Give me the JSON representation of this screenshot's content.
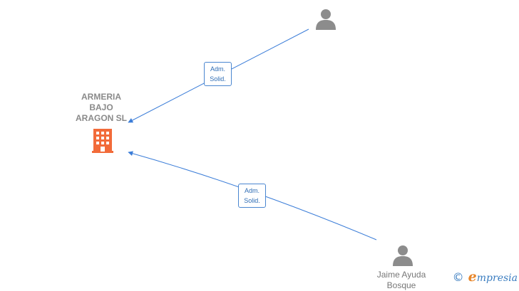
{
  "company": {
    "name_lines": [
      "ARMERIA",
      "BAJO",
      "ARAGON  SL"
    ],
    "icon": "building-icon",
    "icon_color": "#f26b3a"
  },
  "people": [
    {
      "name_lines": [],
      "icon": "person-icon"
    },
    {
      "name_lines": [
        "Jaime Ayuda",
        "Bosque"
      ],
      "icon": "person-icon"
    }
  ],
  "relations": [
    {
      "from": "person-1",
      "to": "company",
      "label_lines": [
        "Adm.",
        "Solid."
      ]
    },
    {
      "from": "person-2",
      "to": "company",
      "label_lines": [
        "Adm.",
        "Solid."
      ]
    }
  ],
  "colors": {
    "edge": "#3b7dd8",
    "node_icon": "#8c8c8c",
    "text": "#8a8a8a"
  },
  "watermark": {
    "symbol": "©",
    "brand_initial": "e",
    "brand_rest": "mpresia"
  }
}
